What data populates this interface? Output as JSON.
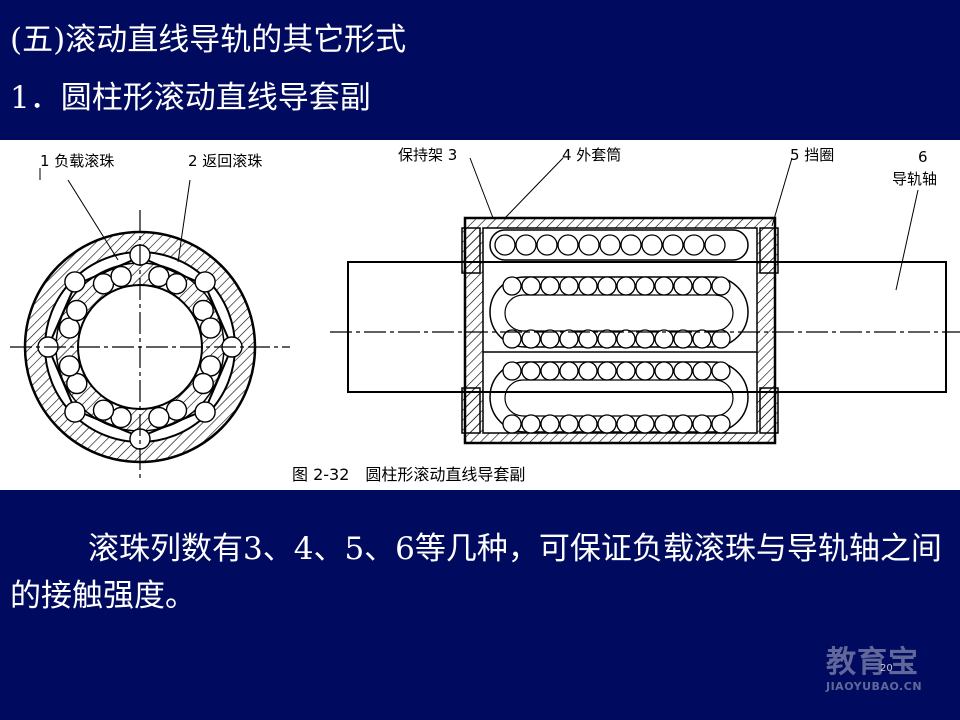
{
  "slide": {
    "title": "(五)滚动直线导轨的其它形式",
    "subtitle": "1．圆柱形滚动直线导套副",
    "body_text": "滚珠列数有3、4、5、6等几种，可保证负载滚珠与导轨轴之间的接触强度。",
    "page_number": "20"
  },
  "figure": {
    "caption": "图 2-32　圆柱形滚动直线导套副",
    "labels": {
      "load_ball": "1 负载滚珠",
      "return_ball": "2 返回滚珠",
      "cage": "保持架 3",
      "outer_sleeve": "4 外套筒",
      "retainer_ring": "5 挡圈",
      "rail_num": "6",
      "rail_text": "导轨轴"
    }
  },
  "watermark": {
    "logo_cn": "教育宝",
    "logo_en": "JIAOYUBAO.CN"
  }
}
